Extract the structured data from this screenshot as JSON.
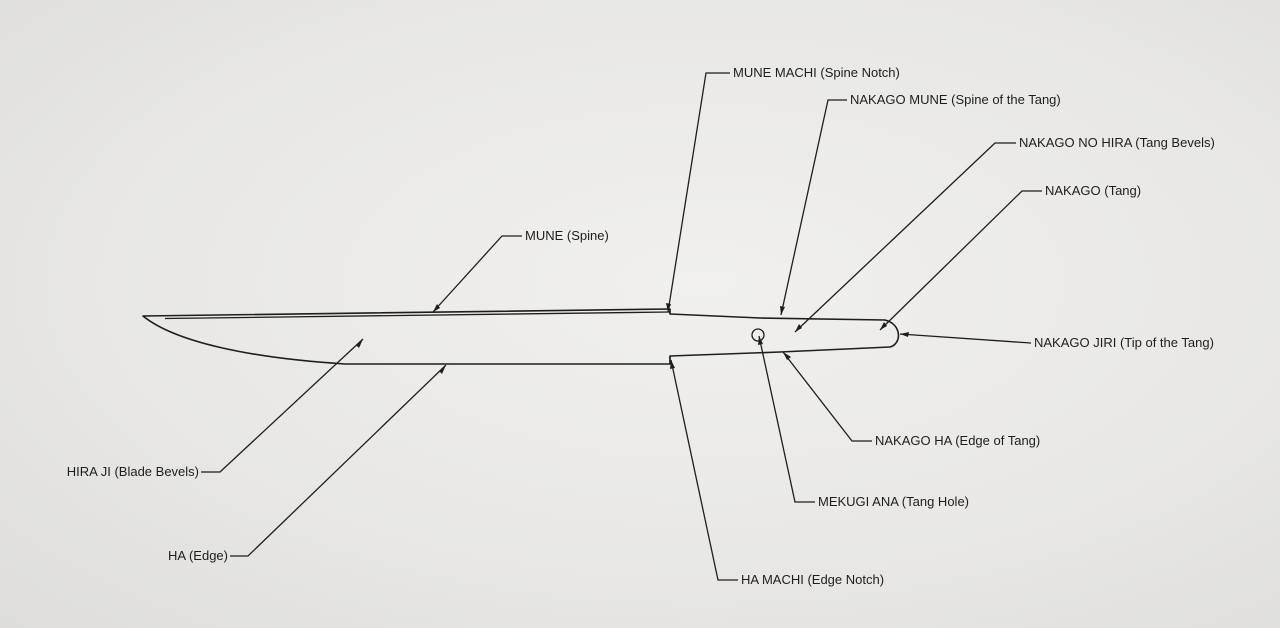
{
  "labels": {
    "mune_machi": "MUNE MACHI (Spine Notch)",
    "nakago_mune": "NAKAGO MUNE (Spine of the Tang)",
    "nakago_no_hira": "NAKAGO NO HIRA (Tang Bevels)",
    "nakago": "NAKAGO (Tang)",
    "mune": "MUNE (Spine)",
    "nakago_jiri": "NAKAGO JIRI (Tip of the Tang)",
    "nakago_ha": "NAKAGO HA (Edge of Tang)",
    "mekugi_ana": "MEKUGI ANA (Tang Hole)",
    "hira_ji": "HIRA JI (Blade Bevels)",
    "ha": "HA (Edge)",
    "ha_machi": "HA MACHI (Edge Notch)"
  }
}
